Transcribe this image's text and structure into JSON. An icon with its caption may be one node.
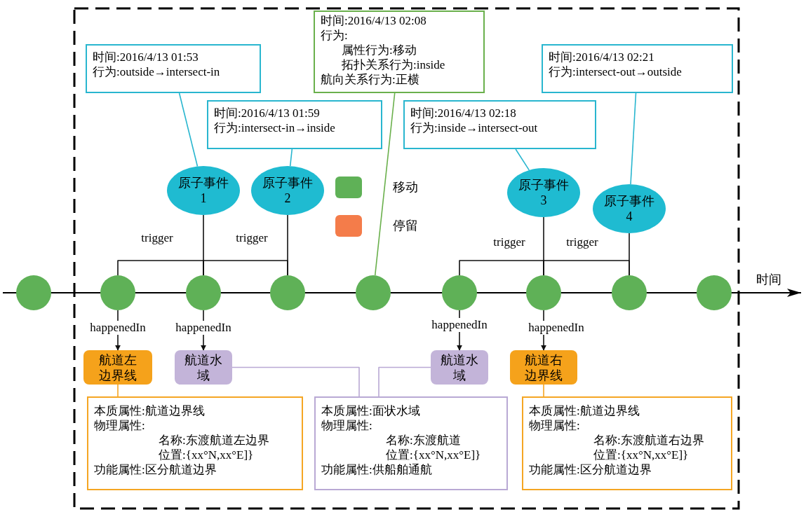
{
  "diagram": {
    "nodes": [
      {
        "text": [
          "时间:2016/4/13 01:53",
          "行为:outside→intersect-in"
        ]
      },
      {
        "text": [
          "时间:2016/4/13 01:59",
          "行为:intersect-in→inside"
        ]
      },
      {
        "text": [
          "时间:2016/4/13 02:08",
          "行为:",
          "属性行为:移动",
          "拓扑关系行为:inside",
          "航向关系行为:正横"
        ]
      },
      {
        "text": [
          "时间:2016/4/13 02:18",
          "行为:inside→intersect-out"
        ]
      },
      {
        "text": [
          "时间:2016/4/13 02:21",
          "行为:intersect-out→outside"
        ]
      },
      {
        "text": [
          "原子事件",
          "1"
        ]
      },
      {
        "text": [
          "原子事件",
          "2"
        ]
      },
      {
        "text": [
          "原子事件",
          "3"
        ]
      },
      {
        "text": [
          "原子事件",
          "4"
        ]
      },
      {
        "text": [],
        "shape": "circle"
      },
      {
        "text": [],
        "shape": "circle"
      },
      {
        "text": [],
        "shape": "circle"
      },
      {
        "text": [],
        "shape": "circle"
      },
      {
        "text": [],
        "shape": "circle"
      },
      {
        "text": [],
        "shape": "circle"
      },
      {
        "text": [],
        "shape": "circle"
      },
      {
        "text": [],
        "shape": "circle"
      },
      {
        "text": [],
        "shape": "circle"
      },
      {
        "text": [
          "航道左边界线"
        ]
      },
      {
        "text": [
          "航道水域"
        ]
      },
      {
        "text": [
          "航道水域"
        ]
      },
      {
        "text": [
          "航道右边界线"
        ]
      },
      {
        "text": [
          "本质属性:航道边界线",
          "物理属性:",
          "名称:东渡航道左边界",
          "位置:{xx°N,xx°E]}",
          "功能属性:区分航道边界"
        ]
      },
      {
        "text": [
          "本质属性:面状水域",
          "物理属性:",
          "名称:东渡航道",
          "位置:{xx°N,xx°E]}",
          "功能属性:供船舶通航"
        ]
      },
      {
        "text": [
          "本质属性:航道边界线",
          "物理属性:",
          "名称:东渡航道右边界",
          "位置:{xx°N,xx°E]}",
          "功能属性:区分航道边界"
        ]
      }
    ],
    "edges": [
      {
        "from": 0,
        "to": 5,
        "arrow": "none",
        "color": "#29b6cf"
      },
      {
        "from": 1,
        "to": 6,
        "arrow": "none",
        "color": "#29b6cf"
      },
      {
        "from": 2,
        "to": 13,
        "arrow": "none",
        "color": "#6ab04c"
      },
      {
        "from": 3,
        "to": 7,
        "arrow": "none",
        "color": "#29b6cf"
      },
      {
        "from": 4,
        "to": 8,
        "arrow": "none",
        "color": "#29b6cf"
      },
      {
        "from": 5,
        "to": 11,
        "arrow": "none"
      },
      {
        "from": 6,
        "to": 12,
        "arrow": "none"
      },
      {
        "from": 7,
        "to": 15,
        "arrow": "none"
      },
      {
        "from": 8,
        "to": 16,
        "arrow": "none"
      },
      {
        "from": 10,
        "to": 11,
        "arrow": "none",
        "label": "trigger"
      },
      {
        "from": 11,
        "to": 12,
        "arrow": "none",
        "label": "trigger"
      },
      {
        "from": 14,
        "to": 15,
        "arrow": "none",
        "label": "trigger"
      },
      {
        "from": 15,
        "to": 16,
        "arrow": "none",
        "label": "trigger"
      },
      {
        "from": 10,
        "to": 18,
        "arrow": "to",
        "label": "happenedIn"
      },
      {
        "from": 11,
        "to": 19,
        "arrow": "to",
        "label": "happenedIn"
      },
      {
        "from": 14,
        "to": 20,
        "arrow": "to",
        "label": "happenedIn"
      },
      {
        "from": 15,
        "to": 21,
        "arrow": "to",
        "label": "happenedIn"
      },
      {
        "from": 18,
        "to": 22,
        "arrow": "none",
        "color": "#f5a623"
      },
      {
        "from": 19,
        "to": 23,
        "arrow": "none",
        "color": "#b9a9d4"
      },
      {
        "from": 20,
        "to": 23,
        "arrow": "none",
        "color": "#b9a9d4"
      },
      {
        "from": 21,
        "to": 24,
        "arrow": "none",
        "color": "#f5a623"
      }
    ],
    "labels": [
      "时间"
    ],
    "legend": [
      {
        "text": "移动",
        "color": "#5fb157"
      },
      {
        "text": "停留",
        "color": "#f47c4a"
      }
    ]
  }
}
